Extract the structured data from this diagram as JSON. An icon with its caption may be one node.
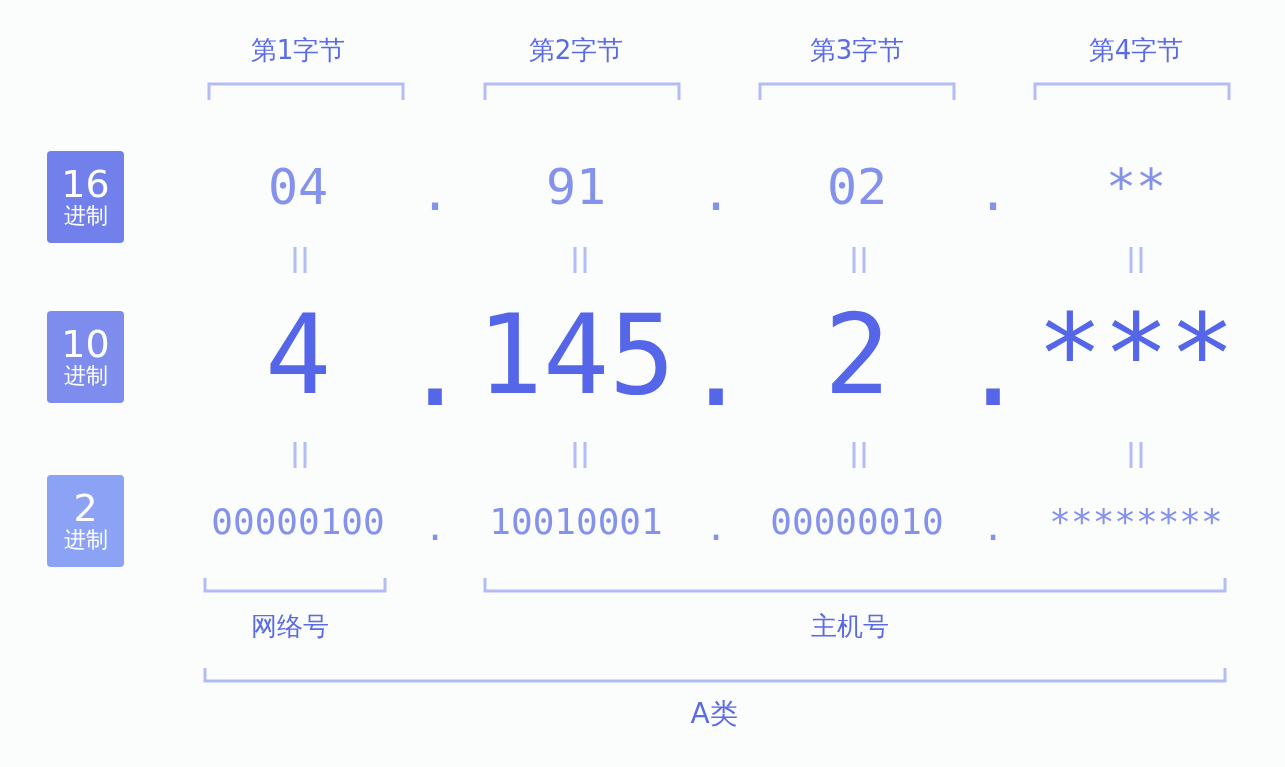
{
  "diagram": {
    "nodes": [
      {
        "text": [
          "16",
          "进制"
        ]
      },
      {
        "text": [
          "10",
          "进制"
        ]
      },
      {
        "text": [
          "2",
          "进制"
        ]
      }
    ],
    "labels": [
      "第1字节",
      "第2字节",
      "第3字节",
      "第4字节",
      "04",
      ".",
      "91",
      ".",
      "02",
      ".",
      "**",
      "4",
      ".",
      "145",
      ".",
      "2",
      ".",
      "***",
      "00000100",
      ".",
      "10010001",
      ".",
      "00000010",
      ".",
      "********",
      "网络号",
      "主机号",
      "A类"
    ]
  }
}
